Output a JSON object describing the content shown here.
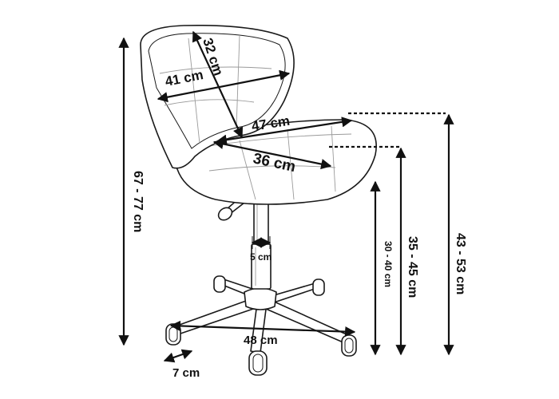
{
  "diagram": {
    "subject": "office chair dimensions",
    "labels": {
      "back_height": "32 cm",
      "back_width": "41 cm",
      "seat_width": "47 cm",
      "seat_depth": "36 cm",
      "column_diameter": "5 cm",
      "total_height": "67 - 77 cm",
      "seat_height_front": "30 - 40 cm",
      "seat_height_mid": "35 - 45 cm",
      "seat_height_top": "43 - 53 cm",
      "base_width": "48 cm",
      "caster_size": "7 cm"
    }
  }
}
